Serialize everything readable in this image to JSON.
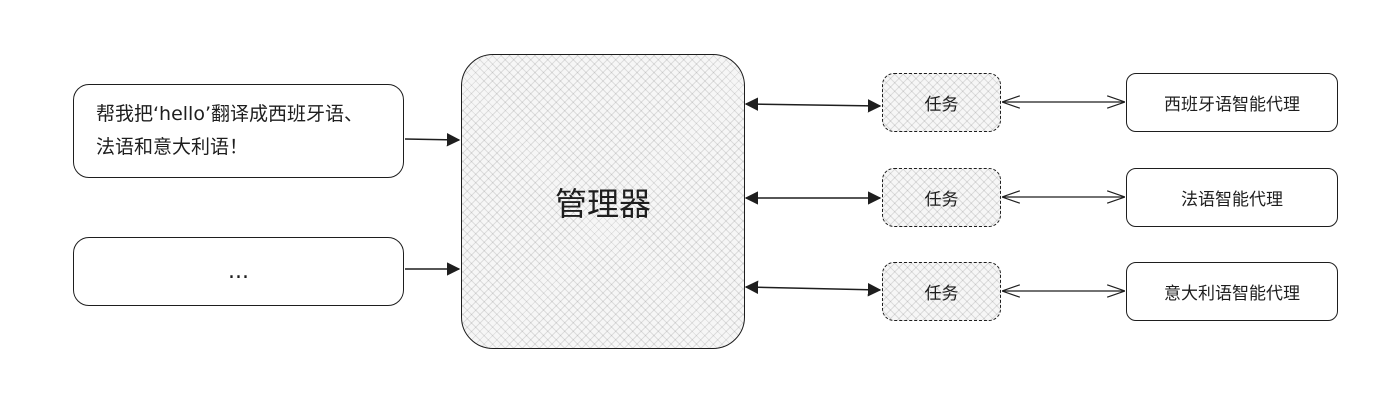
{
  "inputs": [
    {
      "text": "帮我把‘hello’翻译成西班牙语、法语和意大利语！"
    },
    {
      "text": "..."
    }
  ],
  "manager": {
    "label": "管理器"
  },
  "tasks": [
    {
      "label": "任务"
    },
    {
      "label": "任务"
    },
    {
      "label": "任务"
    }
  ],
  "agents": [
    {
      "label": "西班牙语智能代理"
    },
    {
      "label": "法语智能代理"
    },
    {
      "label": "意大利语智能代理"
    }
  ]
}
